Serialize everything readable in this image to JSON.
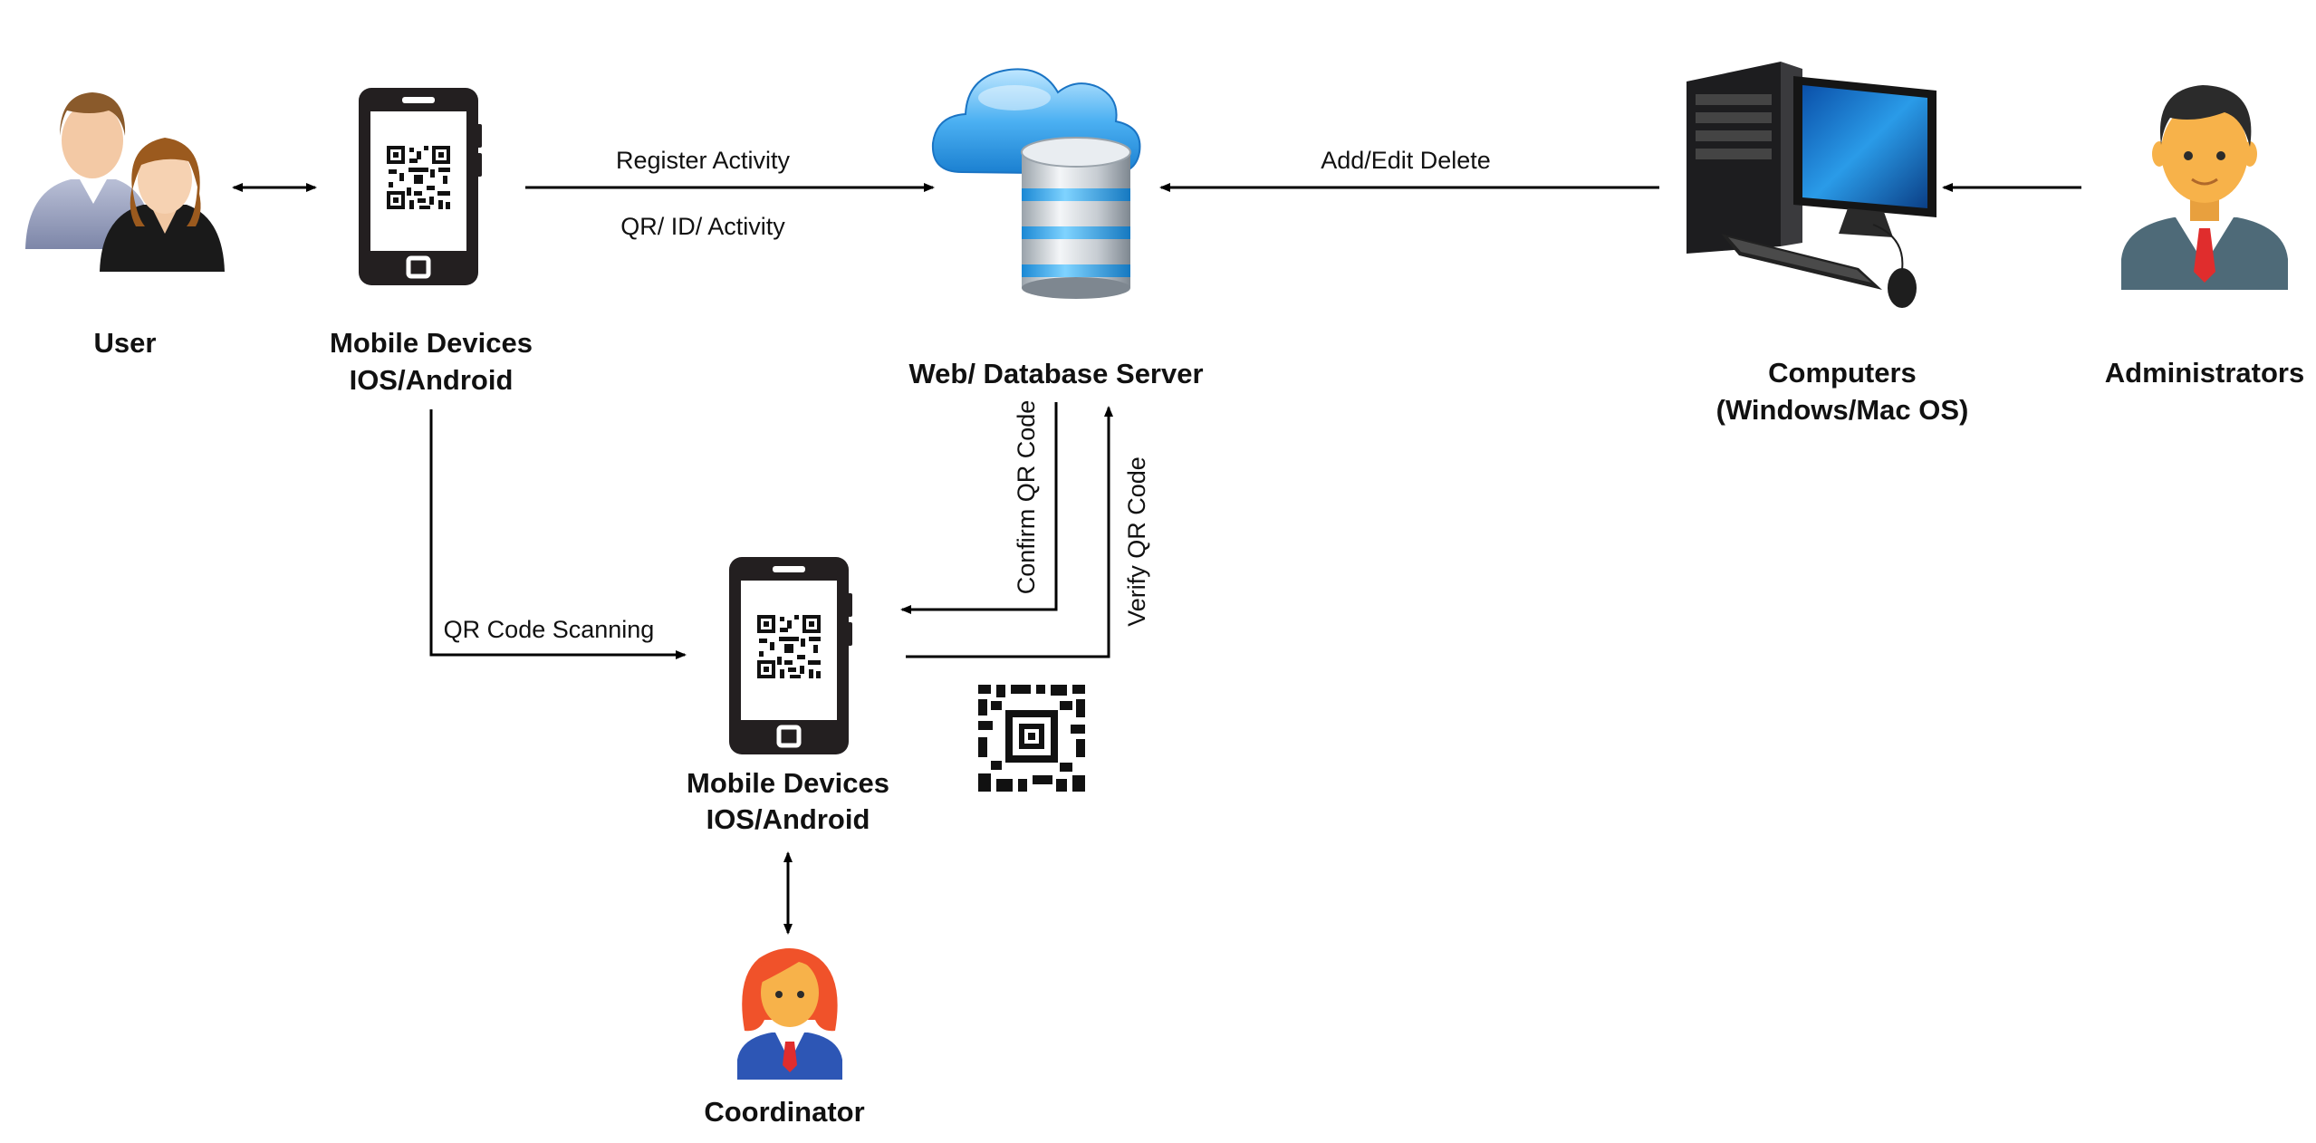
{
  "nodes": {
    "user": {
      "label": "User"
    },
    "mobile_top": {
      "label_line1": "Mobile Devices",
      "label_line2": "IOS/Android"
    },
    "server": {
      "label": "Web/ Database Server"
    },
    "computers": {
      "label_line1": "Computers",
      "label_line2": "(Windows/Mac OS)"
    },
    "administrators": {
      "label": "Administrators"
    },
    "mobile_bottom": {
      "label_line1": "Mobile Devices",
      "label_line2": "IOS/Android"
    },
    "coordinator": {
      "label": "Coordinator"
    }
  },
  "edges": {
    "register_activity": "Register Activity",
    "qr_id_activity": "QR/ ID/ Activity",
    "add_edit_delete": "Add/Edit Delete",
    "qr_code_scanning": "QR Code Scanning",
    "confirm_qr_code": "Confirm QR Code",
    "verify_qr_code": "Verify QR Code"
  },
  "icons": {
    "user": "users-icon",
    "mobile": "smartphone-qr-icon",
    "server": "cloud-database-icon",
    "computer": "desktop-computer-icon",
    "administrator": "businessman-icon",
    "coordinator": "businesswoman-icon",
    "qr": "qr-code-icon"
  },
  "colors": {
    "arrow": "#000000",
    "phone": "#231f20",
    "cloud": "#3fa9f5",
    "db_band": "#4fb8ee",
    "admin_suit": "#4e6a78",
    "admin_skin": "#f7b24a",
    "tie": "#e02d2d",
    "coord_hair": "#f0522a",
    "coord_suit": "#2d56b5"
  }
}
